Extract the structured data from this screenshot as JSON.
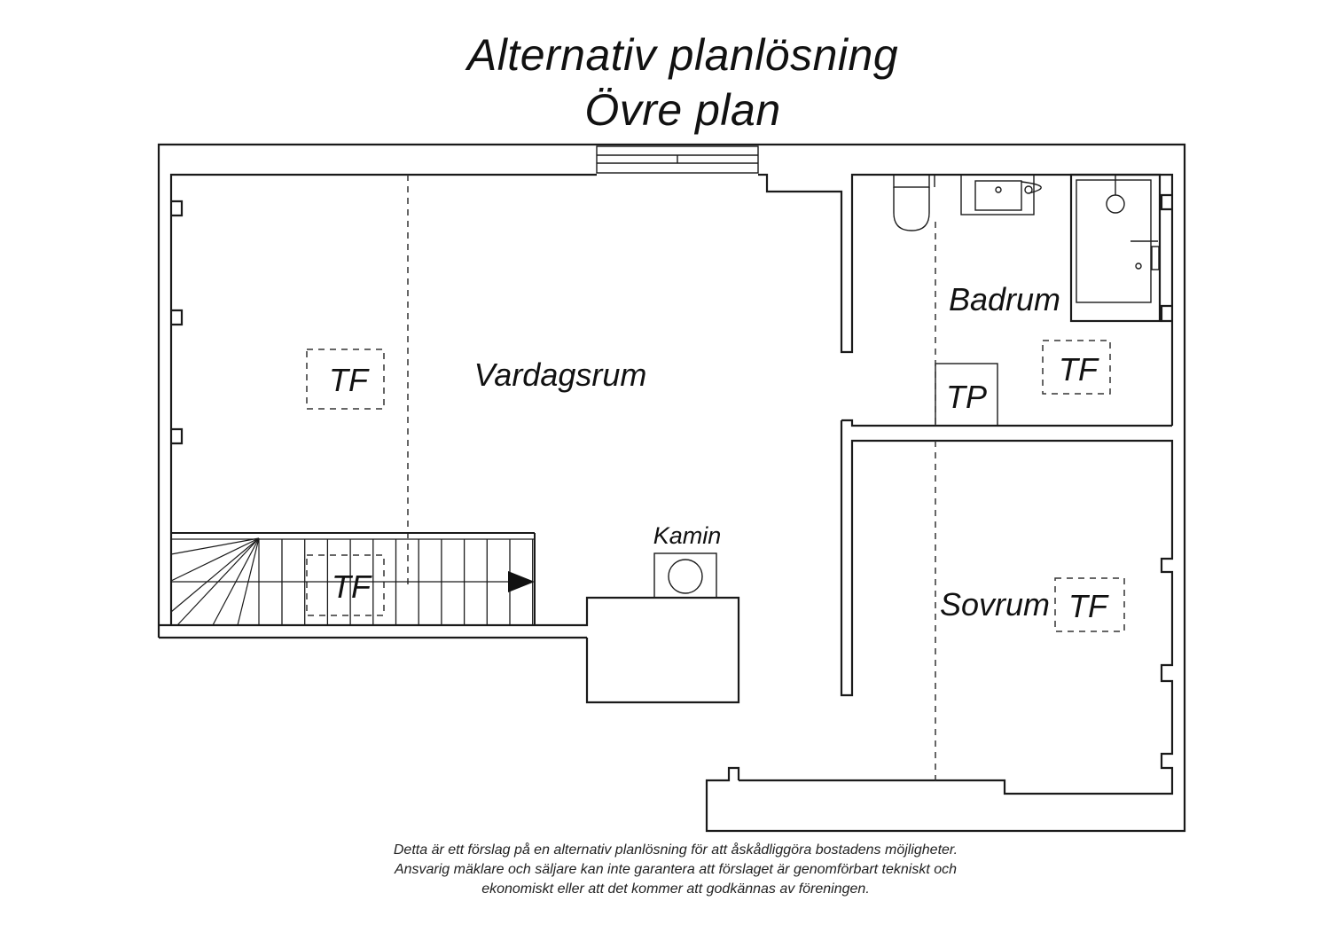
{
  "title": {
    "line1": "Alternativ planlösning",
    "line2": "Övre plan"
  },
  "rooms": {
    "vardagsrum": "Vardagsrum",
    "badrum": "Badrum",
    "sovrum": "Sovrum",
    "kamin": "Kamin"
  },
  "markers": {
    "tf": "TF",
    "tp": "TP"
  },
  "disclaimer": {
    "line1": "Detta är ett förslag på en alternativ planlösning för att åskådliggöra bostadens möjligheter.",
    "line2": "Ansvarig mäklare och säljare kan inte garantera att förslaget är genomförbart tekniskt och",
    "line3": "ekonomiskt eller att det kommer att godkännas av föreningen."
  }
}
